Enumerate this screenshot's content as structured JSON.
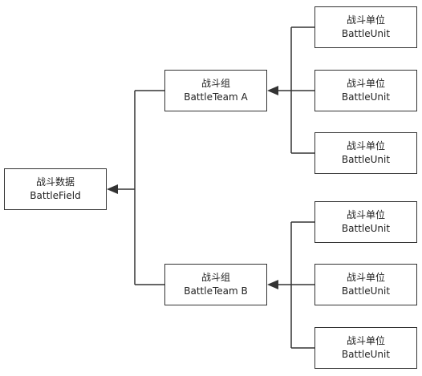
{
  "colors": {
    "line": "#333333",
    "box_border": "#333333",
    "text": "#222222",
    "background": "#ffffff"
  },
  "root": {
    "line1": "战斗数据",
    "line2": "BattleField"
  },
  "team_a": {
    "line1": "战斗组",
    "line2": "BattleTeam A"
  },
  "team_b": {
    "line1": "战斗组",
    "line2": "BattleTeam B"
  },
  "units_a": [
    {
      "line1": "战斗单位",
      "line2": "BattleUnit"
    },
    {
      "line1": "战斗单位",
      "line2": "BattleUnit"
    },
    {
      "line1": "战斗单位",
      "line2": "BattleUnit"
    }
  ],
  "units_b": [
    {
      "line1": "战斗单位",
      "line2": "BattleUnit"
    },
    {
      "line1": "战斗单位",
      "line2": "BattleUnit"
    },
    {
      "line1": "战斗单位",
      "line2": "BattleUnit"
    }
  ]
}
